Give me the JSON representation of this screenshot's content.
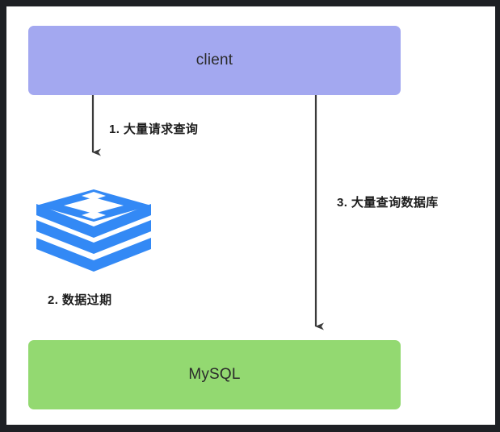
{
  "diagram": {
    "title": "cache-expiry-breakdown-flow",
    "background": "#ffffff",
    "frame_color": "#1e2024"
  },
  "nodes": [
    {
      "id": "client",
      "label": "client",
      "shape": "rounded-rectangle",
      "fill": "#a3a8f0",
      "text_color": "#2b2b2b"
    },
    {
      "id": "redis",
      "label": "",
      "shape": "logo",
      "icon": "redis-logo-icon",
      "fill": "#3389f5"
    },
    {
      "id": "mysql",
      "label": "MySQL",
      "shape": "rounded-rectangle",
      "fill": "#93d971",
      "text_color": "#2b2b2b"
    }
  ],
  "edges": [
    {
      "id": "client-to-redis",
      "from": "client",
      "to": "redis",
      "label": "1. 大量请求查询",
      "style": "solid-arrow",
      "color": "#3a3a3a"
    },
    {
      "id": "redis-expired",
      "from": "redis",
      "to": "redis",
      "label": "2. 数据过期",
      "style": "annotation",
      "color": "#1c1c1c"
    },
    {
      "id": "client-to-mysql",
      "from": "client",
      "to": "mysql",
      "label": "3. 大量查询数据库",
      "style": "solid-arrow",
      "color": "#3a3a3a"
    }
  ],
  "labels": {
    "client": "client",
    "mysql": "MySQL",
    "step1": "1. 大量请求查询",
    "step2": "2. 数据过期",
    "step3": "3. 大量查询数据库"
  },
  "colors": {
    "client_fill": "#a3a8f0",
    "mysql_fill": "#93d971",
    "redis_blue": "#3389f5",
    "arrow": "#3a3a3a",
    "label_text": "#1c1c1c",
    "node_text": "#2b2b2b"
  }
}
